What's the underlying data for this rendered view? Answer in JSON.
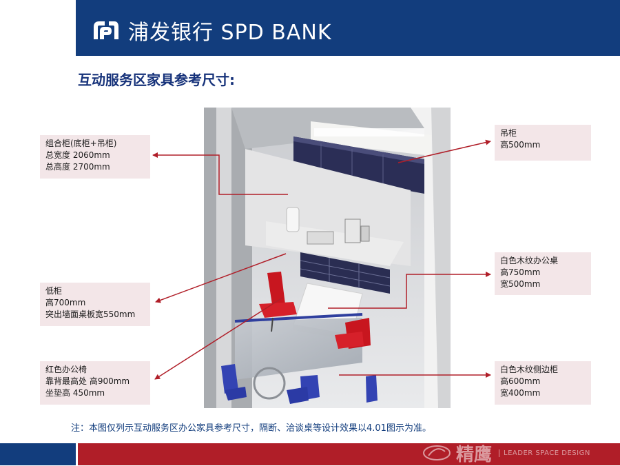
{
  "header": {
    "logo_text": "浦发银行 SPD BANK",
    "brand_color": "#123d7d"
  },
  "title": "互动服务区家具参考尺寸:",
  "labels": {
    "combo_cabinet": [
      "组合柜(底柜+吊柜)",
      "总宽度 2060mm",
      "总高度 2700mm"
    ],
    "low_cabinet": [
      "低柜",
      "高700mm",
      "突出墙面桌板宽550mm"
    ],
    "red_chair": [
      "红色办公椅",
      "靠背最高处 高900mm",
      "坐垫高 450mm"
    ],
    "hanging_cabinet": [
      "吊柜",
      "高500mm"
    ],
    "white_desk": [
      "白色木纹办公桌",
      "高750mm",
      "宽500mm"
    ],
    "side_cabinet": [
      "白色木纹侧边柜",
      "高600mm",
      "宽400mm"
    ]
  },
  "note": "注：本图仅列示互动服务区办公家具参考尺寸，隔断、洽谈桌等设计效果以4.01图示为准。",
  "watermark": {
    "cn": "精鹰",
    "en": "LEADER SPACE DESIGN"
  },
  "colors": {
    "accent_red": "#b01e28",
    "label_bg": "#f3e6e8",
    "arrow": "#b01e28"
  }
}
